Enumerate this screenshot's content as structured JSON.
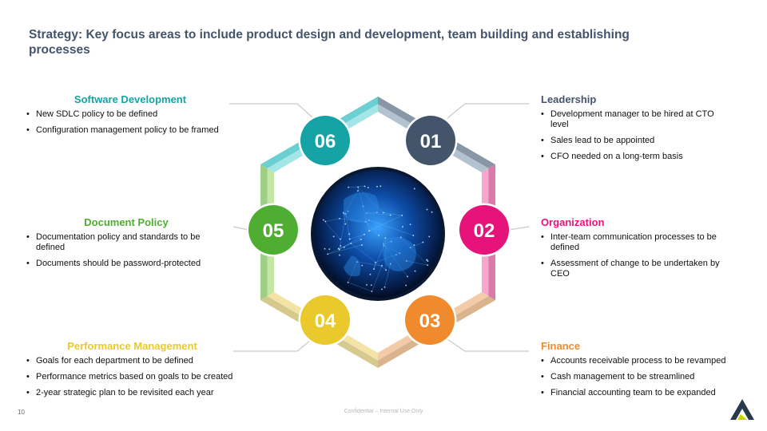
{
  "title": "Strategy: Key focus areas to include product design and development, team building and establishing processes",
  "page_number": "10",
  "footer": "Confidential – Internal Use Only",
  "sections": [
    {
      "id": "leadership",
      "number": "01",
      "title": "Leadership",
      "color": "#44546a",
      "items": [
        "Development manager to be hired at CTO level",
        "Sales lead to be appointed",
        "CFO needed on a long-term basis"
      ]
    },
    {
      "id": "organization",
      "number": "02",
      "title": "Organization",
      "color": "#e6147a",
      "items": [
        "Inter-team communication processes to be defined",
        "Assessment of change to be undertaken by CEO"
      ]
    },
    {
      "id": "finance",
      "number": "03",
      "title": "Finance",
      "color": "#ef8b2c",
      "items": [
        "Accounts receivable process to be revamped",
        "Cash management to be streamlined",
        "Financial accounting team to be expanded"
      ]
    },
    {
      "id": "performance",
      "number": "04",
      "title": "Performance Management",
      "color": "#e9c92b",
      "items": [
        "Goals for each department to be defined",
        "Performance metrics based on goals to be created",
        "2-year strategic plan to be revisited each year"
      ]
    },
    {
      "id": "document",
      "number": "05",
      "title": "Document Policy",
      "color": "#4fae32",
      "items": [
        "Documentation policy and standards to be defined",
        "Documents should be password-protected"
      ]
    },
    {
      "id": "software",
      "number": "06",
      "title": "Software Development",
      "color": "#15a3a6",
      "items": [
        "New SDLC policy to be defined",
        "Configuration management policy to be framed"
      ]
    }
  ],
  "colors": {
    "title": "#44546a",
    "band_dark": [
      "#8797a6",
      "#d97aa8",
      "#d9b48c",
      "#d6c98e",
      "#9fcf86",
      "#6ccfd1"
    ],
    "band_light": [
      "#b3c2cf",
      "#f6a7cc",
      "#f4cba8",
      "#f3e3a6",
      "#c2e6a4",
      "#a4e6e8"
    ],
    "logo_dark": "#2a3a4d",
    "logo_accent": "#c8d400"
  }
}
